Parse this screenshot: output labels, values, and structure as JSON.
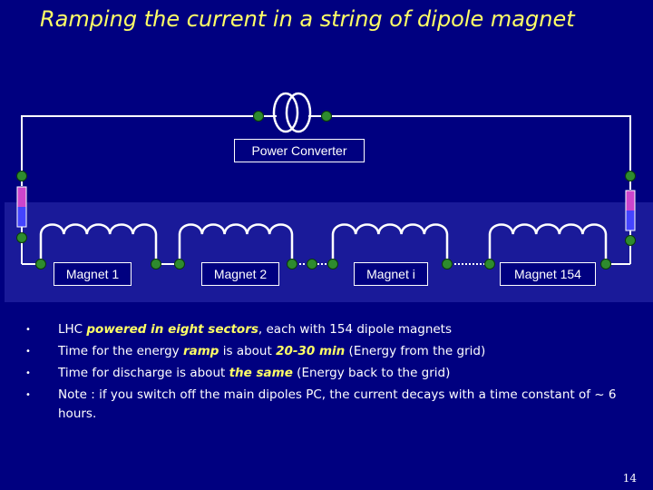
{
  "title": "Ramping the current in a string of dipole magnet",
  "power_converter_label": "Power Converter",
  "magnets": [
    "Magnet 1",
    "Magnet 2",
    "Magnet i",
    "Magnet 154"
  ],
  "colors": {
    "background": "#000080",
    "wire": "#ffffff",
    "coil": "#ffffff",
    "node": "#2e8b2e",
    "band": "#1a1a99",
    "title": "#ffff66",
    "highlight": "#ffff66",
    "resistor_top": "#cc44cc",
    "resistor_bottom": "#4444ff"
  },
  "bullets": [
    {
      "segments": [
        {
          "t": "LHC "
        },
        {
          "t": "powered in eight sectors",
          "hl": true
        },
        {
          "t": ", each with 154 dipole magnets"
        }
      ]
    },
    {
      "segments": [
        {
          "t": "Time for the energy "
        },
        {
          "t": "ramp",
          "hl": true
        },
        {
          "t": " is about "
        },
        {
          "t": "20-30 min",
          "hl": true
        },
        {
          "t": " (Energy from the grid)"
        }
      ]
    },
    {
      "segments": [
        {
          "t": "Time for discharge is about "
        },
        {
          "t": "the same",
          "hl": true
        },
        {
          "t": " (Energy back to the grid)"
        }
      ]
    },
    {
      "segments": [
        {
          "t": "Note : if you switch off the main dipoles PC, the current decays with a time constant of ~ 6 hours."
        }
      ]
    }
  ],
  "page_number": "14"
}
